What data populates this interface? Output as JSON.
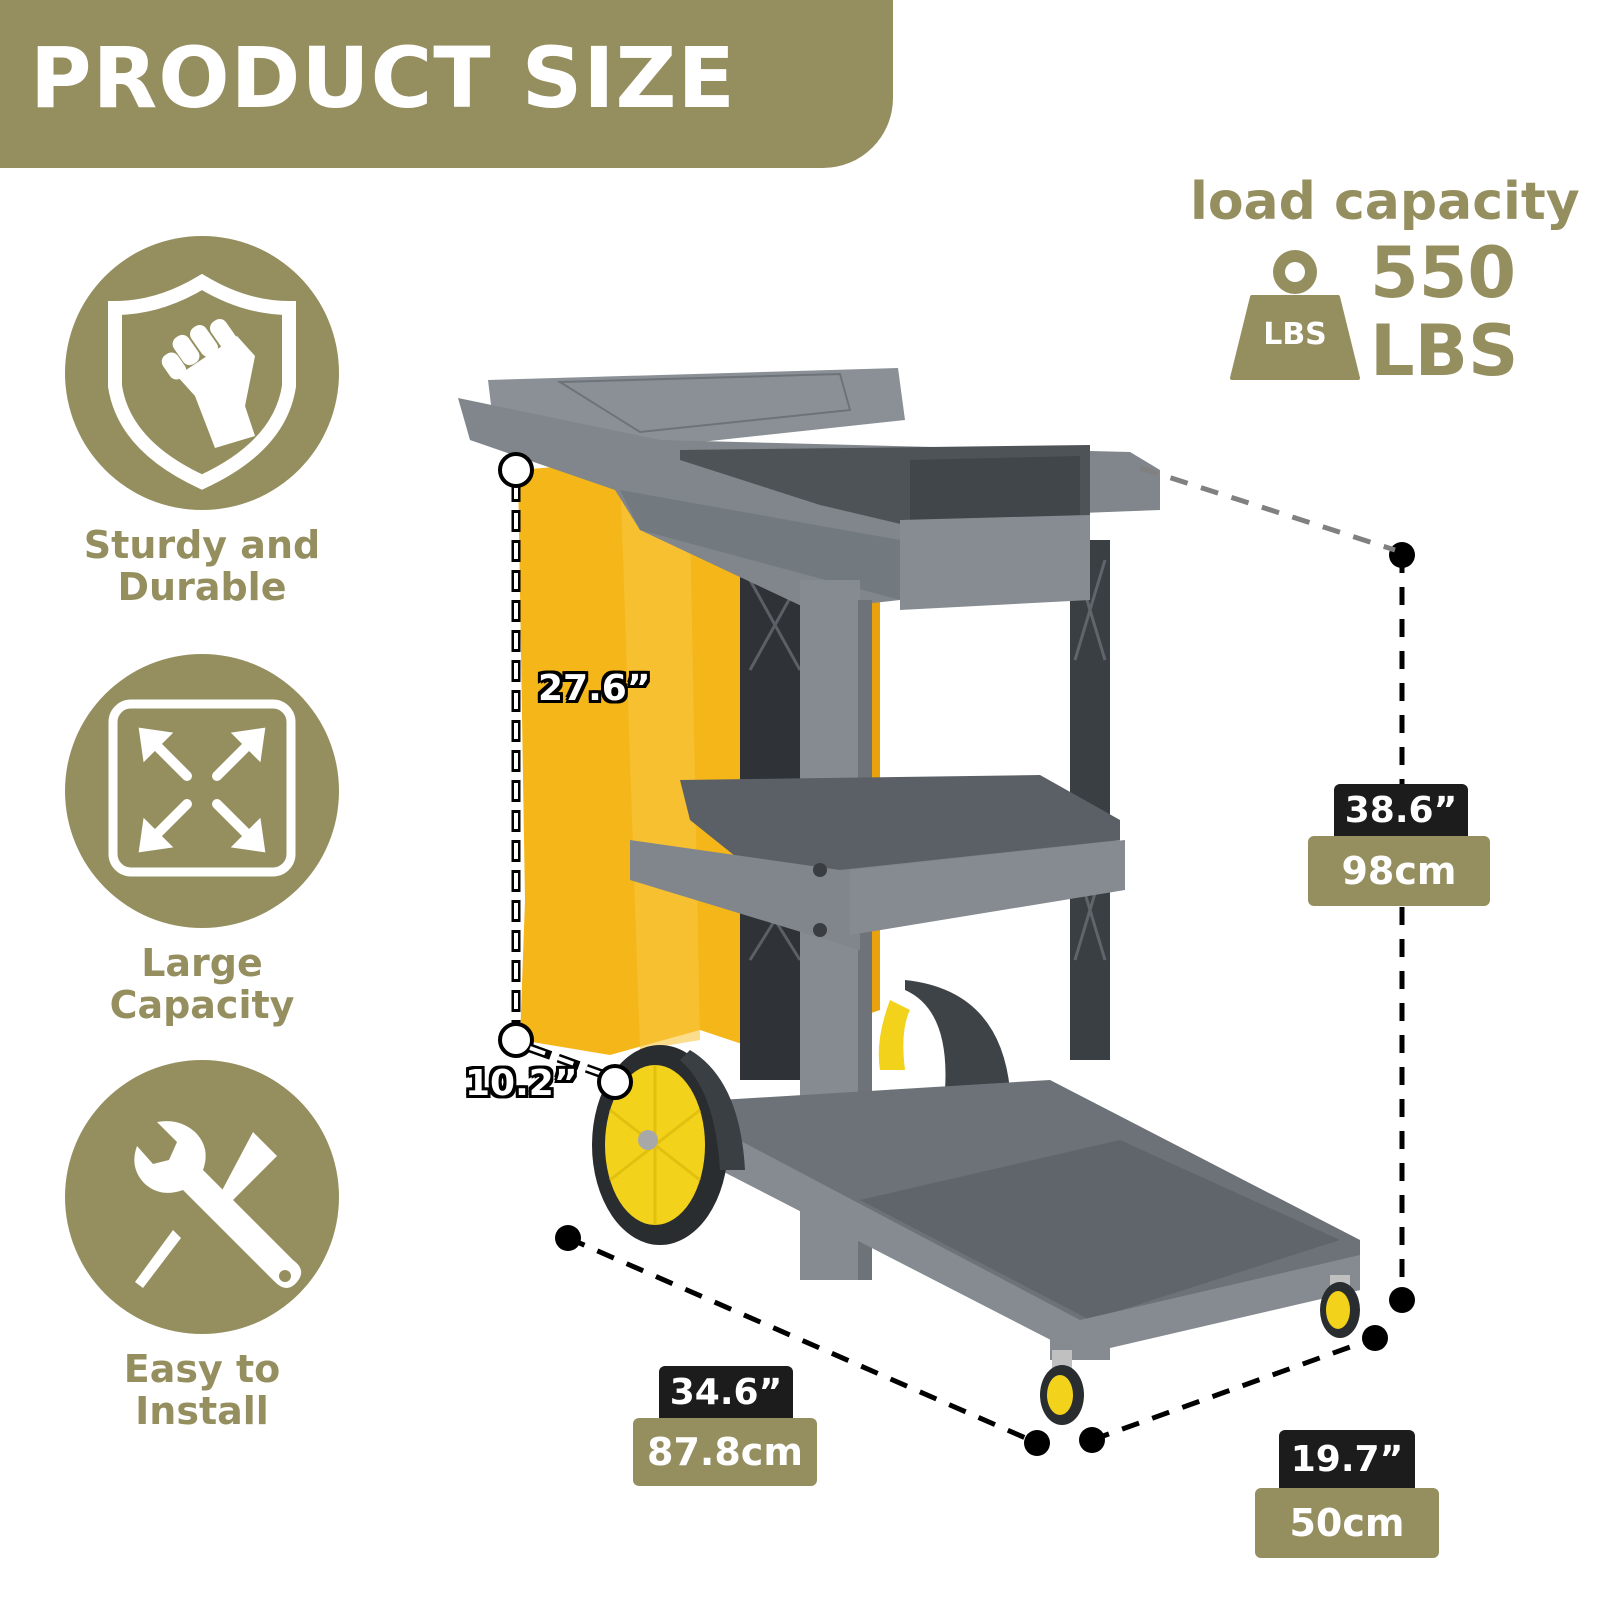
{
  "header": {
    "title": "PRODUCT SIZE",
    "background_color": "#958f60"
  },
  "features": [
    {
      "icon": "shield-fist-icon",
      "label_line1": "Sturdy and",
      "label_line2": "Durable"
    },
    {
      "icon": "expand-arrows-icon",
      "label_line1": "Large",
      "label_line2": "Capacity"
    },
    {
      "icon": "wrench-screwdriver-icon",
      "label_line1": "Easy to",
      "label_line2": "Install"
    }
  ],
  "load_capacity": {
    "title": "load capacity",
    "weight_icon": "weight-icon",
    "weight_icon_label": "LBS",
    "value_line1": "550",
    "value_line2": "LBS"
  },
  "dimensions": {
    "height": {
      "inches": "38.6”",
      "cm": "98cm"
    },
    "length": {
      "inches": "34.6”",
      "cm": "87.8cm"
    },
    "width": {
      "inches": "19.7”",
      "cm": "50cm"
    },
    "bag_height": {
      "inches": "27.6”"
    },
    "bag_depth": {
      "inches": "10.2”"
    }
  },
  "colors": {
    "accent": "#958f60",
    "label_dark": "#1c1c1c",
    "cart_gray": "#7e8489",
    "cart_dark": "#4a4f54",
    "bag_yellow": "#f5b619",
    "wheel_yellow": "#f2d21a"
  }
}
